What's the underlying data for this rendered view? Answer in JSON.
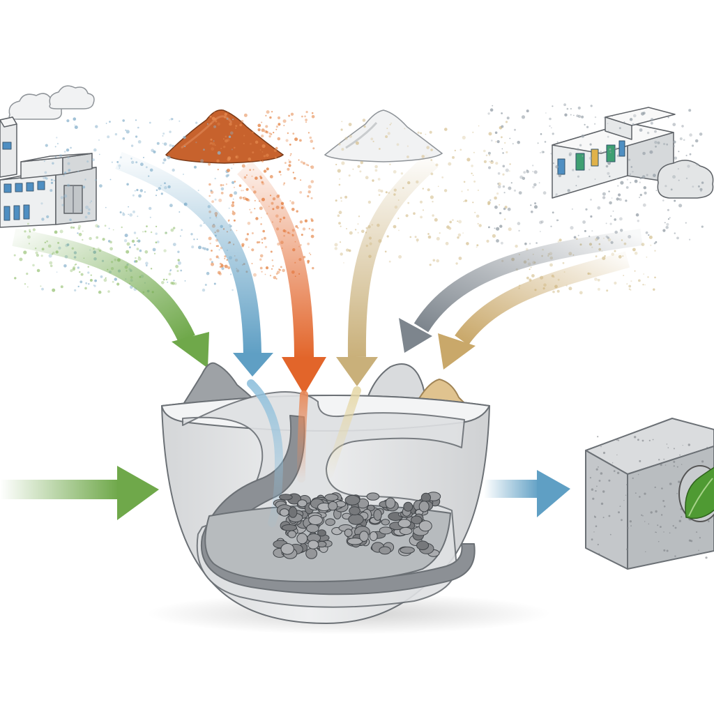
{
  "diagram": {
    "elements": [
      {
        "id": "left-factory",
        "icon": "factory-building-icon"
      },
      {
        "id": "right-factory",
        "icon": "factory-building-icon"
      },
      {
        "id": "clouds",
        "icon": "cloud-icon"
      },
      {
        "id": "orange-powder",
        "icon": "powder-pile-icon"
      },
      {
        "id": "white-powder",
        "icon": "powder-pile-icon"
      },
      {
        "id": "mixing-bowl",
        "icon": "mixing-bowl-icon"
      },
      {
        "id": "concrete-block",
        "icon": "concrete-block-icon"
      },
      {
        "id": "eco-leaf",
        "icon": "leaf-icon"
      }
    ],
    "colors": {
      "green": "#6fa84a",
      "blue": "#5f9fc4",
      "orange": "#e2652a",
      "tan": "#c9b07a",
      "slate": "#7d858d",
      "concrete": "#c9cbcc",
      "sand": "#dcc39a",
      "bowl": "#e6e7e8",
      "leaf": "#4f9a33"
    }
  }
}
